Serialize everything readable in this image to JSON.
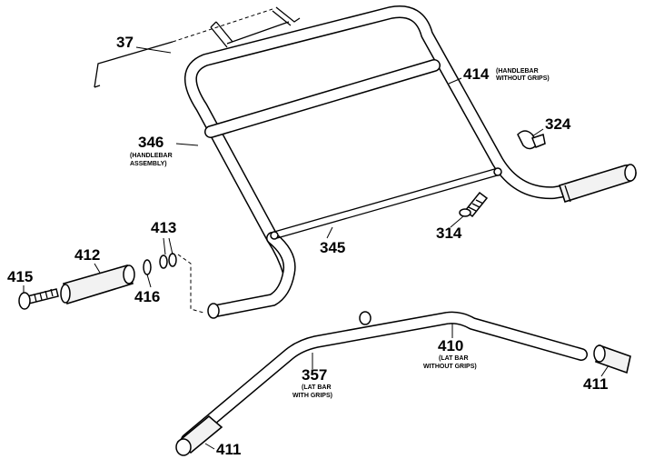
{
  "parts": {
    "p37": {
      "number": "37"
    },
    "p414": {
      "number": "414",
      "desc": [
        "(HANDLEBAR",
        "WITHOUT GRIPS)"
      ]
    },
    "p324": {
      "number": "324"
    },
    "p346": {
      "number": "346",
      "desc": [
        "(HANDLEBAR",
        "ASSEMBLY)"
      ]
    },
    "p345": {
      "number": "345"
    },
    "p314": {
      "number": "314"
    },
    "p413": {
      "number": "413"
    },
    "p412": {
      "number": "412"
    },
    "p415": {
      "number": "415"
    },
    "p416": {
      "number": "416"
    },
    "p410": {
      "number": "410",
      "desc": [
        "(LAT BAR",
        "WITHOUT GRIPS)"
      ]
    },
    "p357": {
      "number": "357",
      "desc": [
        "(LAT BAR",
        "WITH GRIPS)"
      ]
    },
    "p411a": {
      "number": "411"
    },
    "p411b": {
      "number": "411"
    }
  }
}
